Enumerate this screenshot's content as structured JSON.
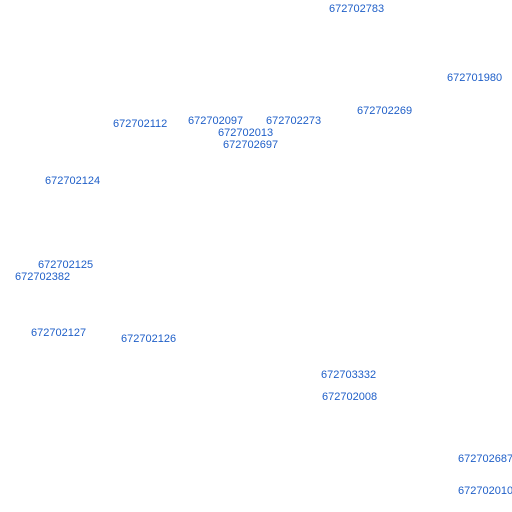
{
  "label_color": "#1f5fc8",
  "labels": [
    "672702783",
    "672701980",
    "672702269",
    "672702112",
    "672702097",
    "672702273",
    "672702013",
    "672702697",
    "672702124",
    "672702125",
    "672702382",
    "672702127",
    "672702126",
    "672703332",
    "672702008",
    "672702687",
    "672702010"
  ]
}
